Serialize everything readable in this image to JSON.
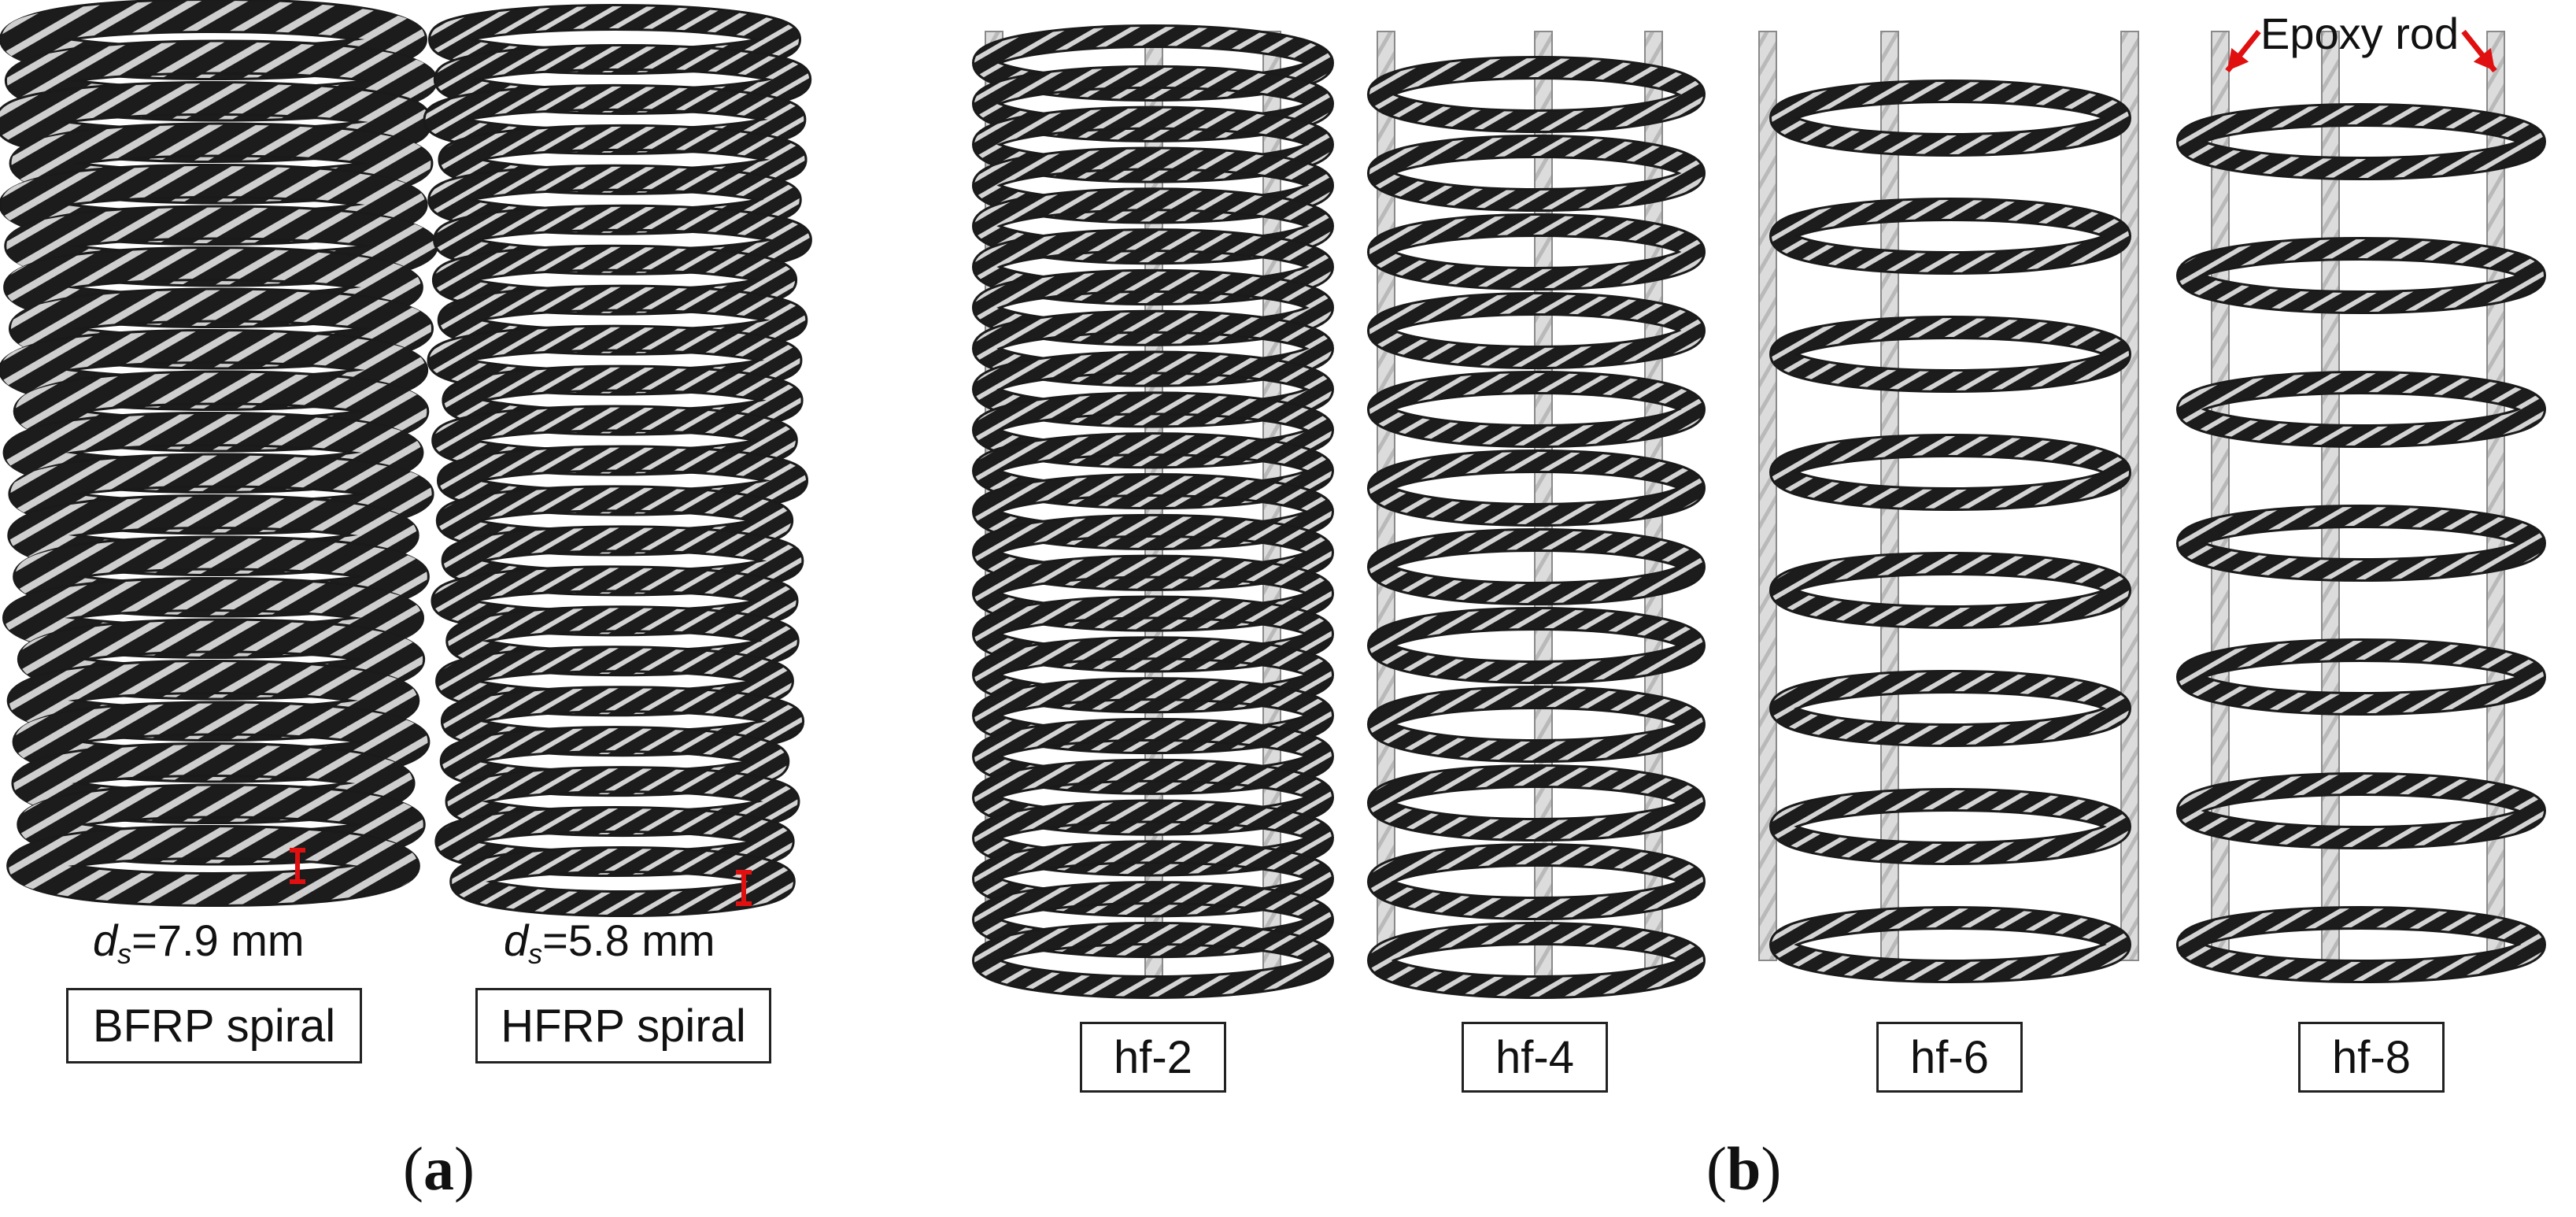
{
  "panel_a": {
    "label_open": "(",
    "label_letter": "a",
    "label_close": ")",
    "spirals": [
      {
        "caption": "BFRP spiral",
        "diameter_symbol": "d",
        "diameter_sub": "s",
        "diameter_value": "=7.9 mm"
      },
      {
        "caption": "HFRP spiral",
        "diameter_symbol": "d",
        "diameter_sub": "s",
        "diameter_value": "=5.8 mm"
      }
    ]
  },
  "panel_b": {
    "label_open": "(",
    "label_letter": "b",
    "label_close": ")",
    "annotation": "Epoxy rod",
    "cages": [
      {
        "caption": "hf-2",
        "pitch": 2
      },
      {
        "caption": "hf-4",
        "pitch": 4
      },
      {
        "caption": "hf-6",
        "pitch": 6
      },
      {
        "caption": "hf-8",
        "pitch": 8
      }
    ]
  },
  "colors": {
    "spiral_dark": "#1a1a1a",
    "spiral_band": "#d0d0d0",
    "rod": "#d9d9d9",
    "rod_edge": "#8a8a8a",
    "arrow": "#e01010",
    "marker": "#e01010"
  }
}
